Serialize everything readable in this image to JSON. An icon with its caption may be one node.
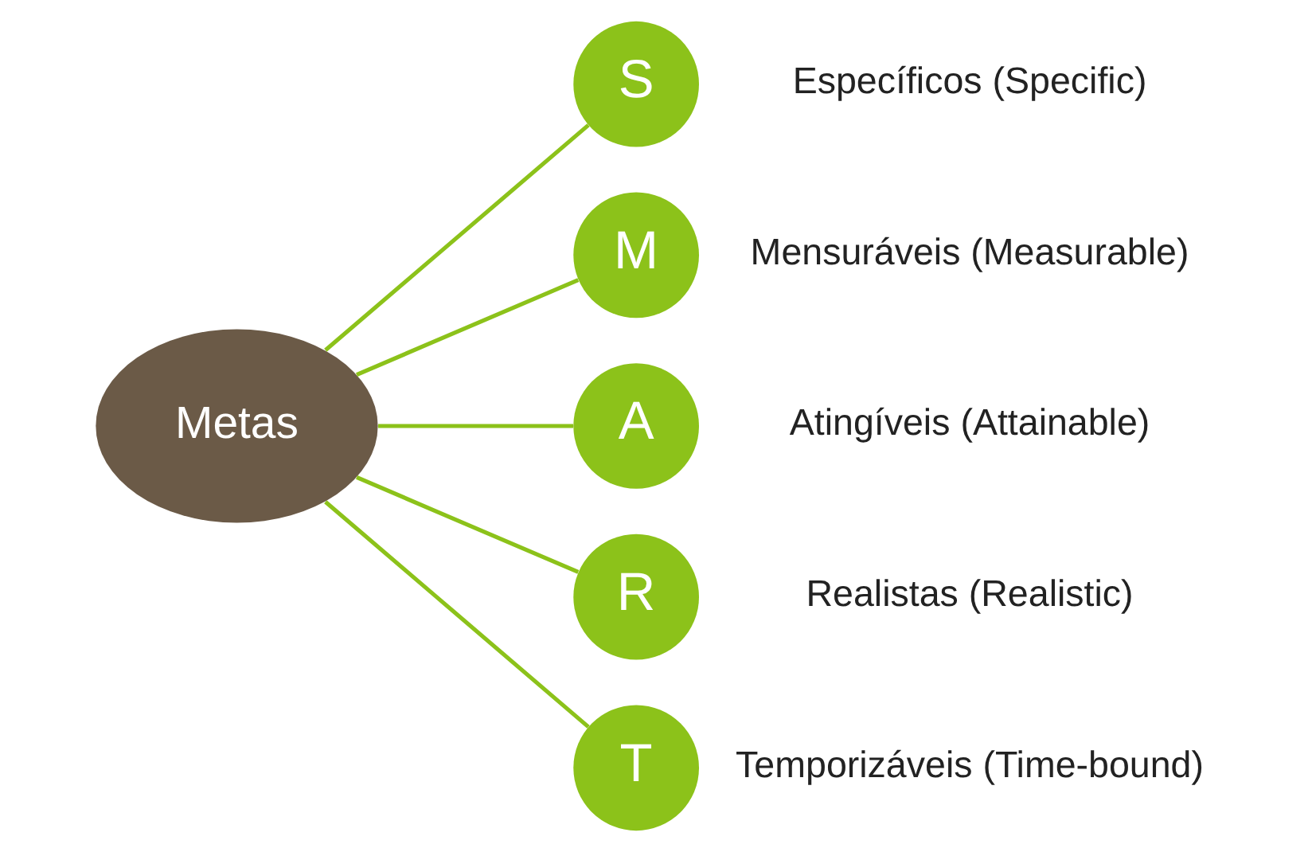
{
  "diagram": {
    "nodes": [
      {
        "text": [
          "Metas"
        ]
      },
      {
        "text": [
          "S"
        ],
        "beside": [
          "Específicos (Specific)"
        ]
      },
      {
        "text": [
          "M"
        ],
        "beside": [
          "Mensuráveis (Measurable)"
        ]
      },
      {
        "text": [
          "A"
        ],
        "beside": [
          "Atingíveis (Attainable)"
        ]
      },
      {
        "text": [
          "R"
        ],
        "beside": [
          "Realistas (Realistic)"
        ]
      },
      {
        "text": [
          "T"
        ],
        "beside": [
          "Temporizáveis (Time-bound)"
        ]
      }
    ],
    "edges": [
      {
        "from": 0,
        "to": 1,
        "arrow": "none"
      },
      {
        "from": 0,
        "to": 2,
        "arrow": "none"
      },
      {
        "from": 0,
        "to": 3,
        "arrow": "none"
      },
      {
        "from": 0,
        "to": 4,
        "arrow": "none"
      },
      {
        "from": 0,
        "to": 5,
        "arrow": "none"
      }
    ]
  }
}
